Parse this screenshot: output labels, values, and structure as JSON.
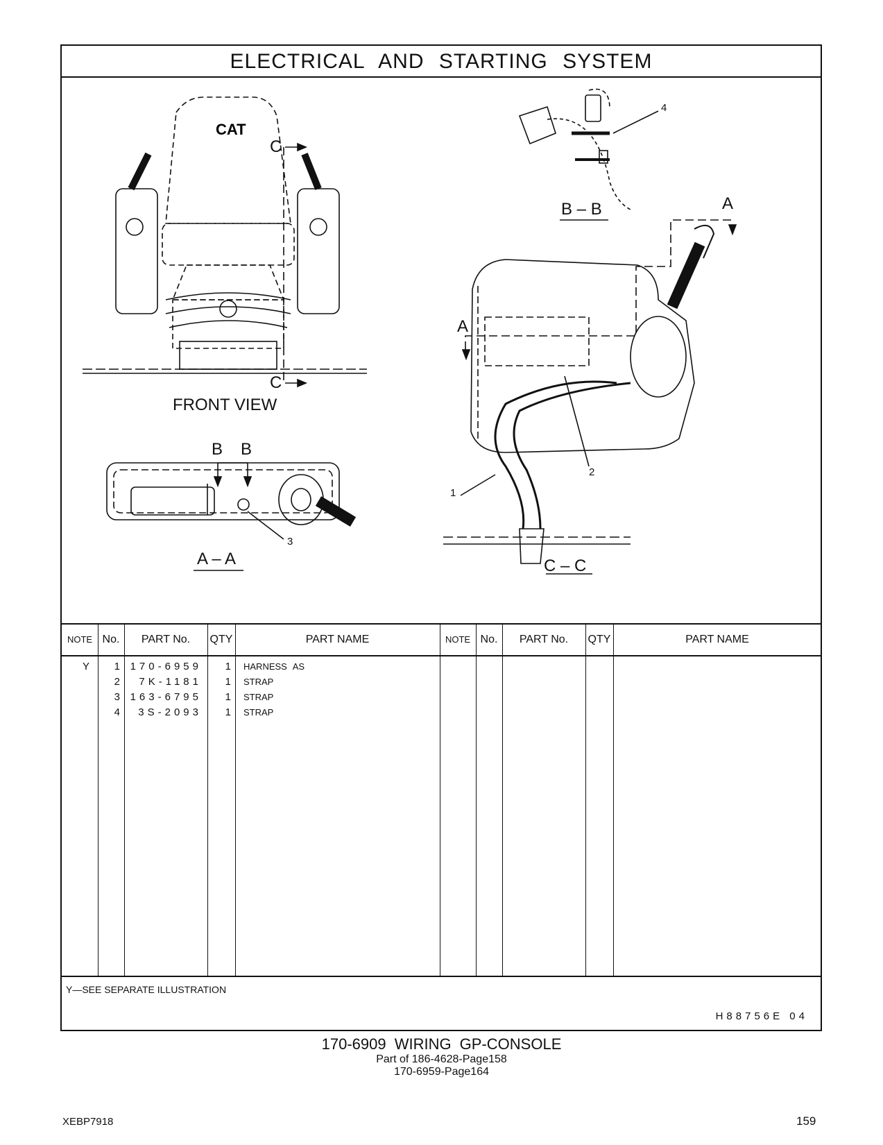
{
  "title": "ELECTRICAL AND STARTING SYSTEM",
  "views": {
    "front": "FRONT VIEW",
    "aa": "A – A",
    "bb": "B – B",
    "cc": "C – C",
    "section_c_top": "C",
    "section_c_bottom": "C",
    "section_a_right": "A",
    "section_a_left": "A",
    "section_b_left": "B",
    "section_b_right": "B",
    "logo_text": "CAT"
  },
  "callouts": [
    "1",
    "2",
    "3",
    "4"
  ],
  "table": {
    "headers_left": [
      "NOTE",
      "No.",
      "PART No.",
      "QTY",
      "PART NAME"
    ],
    "headers_right": [
      "NOTE",
      "No.",
      "PART No.",
      "QTY",
      "PART NAME"
    ],
    "rows": [
      {
        "note": "Y",
        "no": "1",
        "part_no": "170-6959",
        "qty": "1",
        "name": "HARNESS AS"
      },
      {
        "note": "",
        "no": "2",
        "part_no": "7K-1181",
        "qty": "1",
        "name": "STRAP"
      },
      {
        "note": "",
        "no": "3",
        "part_no": "163-6795",
        "qty": "1",
        "name": "STRAP"
      },
      {
        "note": "",
        "no": "4",
        "part_no": "3S-2093",
        "qty": "1",
        "name": "STRAP"
      }
    ]
  },
  "footnote": "Y—SEE SEPARATE ILLUSTRATION",
  "drawing_code": "H88756E 04",
  "caption": {
    "main": "170-6909 WIRING GP-CONSOLE",
    "line2": "Part of 186-4628-Page158",
    "line3": "170-6959-Page164"
  },
  "publication": "XEBP7918",
  "page_number": "159"
}
